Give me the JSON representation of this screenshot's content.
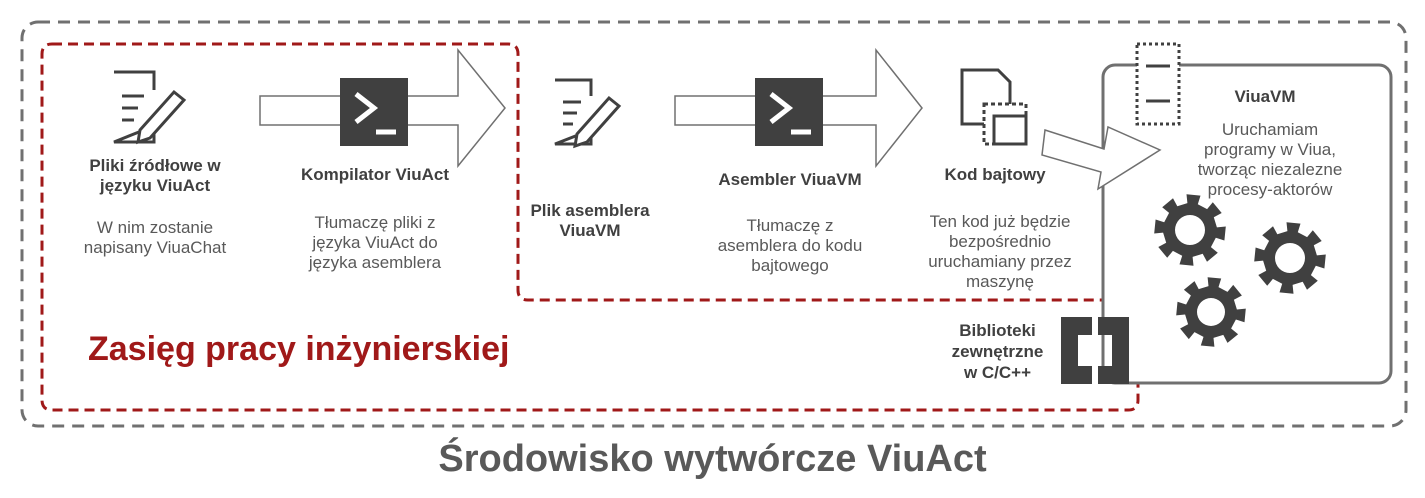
{
  "footer": {
    "title": "Środowisko wytwórcze ViuAct"
  },
  "scope": {
    "label": "Zasięg pracy inżynierskiej",
    "color": "#a01919"
  },
  "steps": [
    {
      "title": "Pliki źródłowe w\njęzyku ViuAct",
      "description": "W nim zostanie\nnapisany ViuaChat",
      "icon": "document-edit-icon"
    },
    {
      "title": "Kompilator ViuAct",
      "description": "Tłumaczę pliki z\njęzyka ViuAct do\njęzyka asemblera",
      "icon": "terminal-icon"
    },
    {
      "title": "Plik asemblera\nViuaVM",
      "description": "",
      "icon": "document-edit-icon"
    },
    {
      "title": "Asembler ViuaVM",
      "description": "Tłumaczę z\nasemblera do kodu\nbajtowego",
      "icon": "terminal-icon"
    },
    {
      "title": "Kod bajtowy",
      "description": "Ten kod już będzie\nbezpośrednio\nuruchamiany przez\nmaszynę",
      "icon": "bytecode-file-icon"
    }
  ],
  "vm": {
    "title": "ViuaVM",
    "description": "Uruchamiam\nprogramy w Viua,\ntworząc niezalezne\nprocesy-aktorów",
    "icon": "gears-icon"
  },
  "libraries": {
    "title": "Biblioteki\nzewnętrzne\nw C/C++",
    "icon": "library-bracket-icon"
  },
  "colors": {
    "icon_dark": "#404040",
    "text": "#595959",
    "outline": "#707070",
    "scope": "#a01919"
  }
}
